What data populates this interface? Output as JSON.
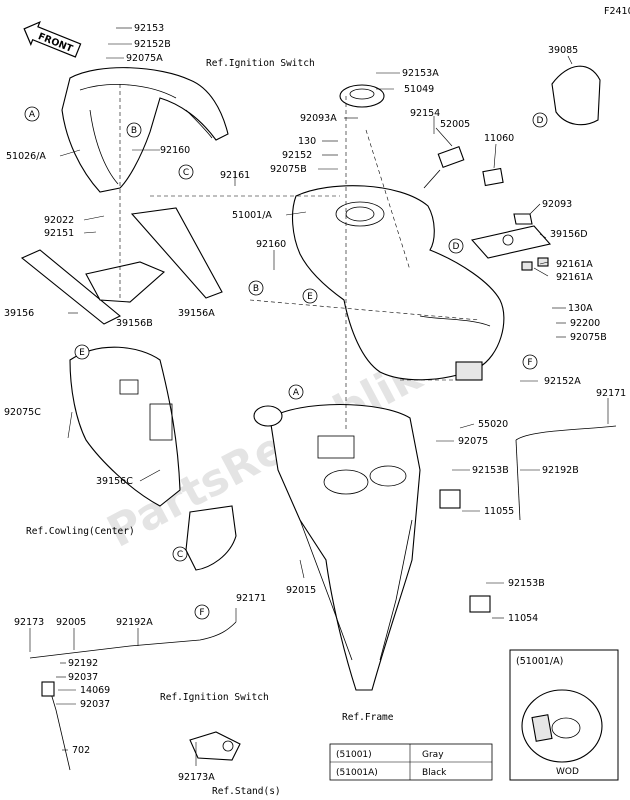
{
  "drawing_code": "F2410",
  "front_arrow_label": "FRONT",
  "watermark": "PartsRepublik",
  "part_numbers": [
    "92153",
    "92152B",
    "92075A",
    "51026/A",
    "92160",
    "92022",
    "92151",
    "39156",
    "39156B",
    "39156A",
    "92161",
    "92075C",
    "39156C",
    "92153A",
    "51049",
    "92093A",
    "130",
    "92152",
    "92075B",
    "51001/A",
    "92160",
    "92154",
    "52005",
    "11060",
    "39085",
    "92093",
    "39156D",
    "92161A",
    "92161A",
    "130A",
    "92200",
    "92075B",
    "92152A",
    "55020",
    "92075",
    "92171",
    "92153B",
    "92192B",
    "11055",
    "92015",
    "92153B",
    "11054",
    "92171",
    "92173",
    "92005",
    "92192A",
    "92192",
    "92037",
    "14069",
    "92037",
    "702",
    "92173A"
  ],
  "references": {
    "ignition_switch_top": "Ref.Ignition Switch",
    "cowling_center": "Ref.Cowling(Center)",
    "ignition_switch_bottom": "Ref.Ignition Switch",
    "frame": "Ref.Frame",
    "stands": "Ref.Stand(s)"
  },
  "callout_letters": [
    "A",
    "B",
    "C",
    "D",
    "E",
    "F",
    "D",
    "B",
    "E",
    "A",
    "F",
    "C"
  ],
  "inset": {
    "title": "(51001/A)",
    "caption": "WOD"
  },
  "color_table": [
    {
      "code": "(51001)",
      "color": "Gray"
    },
    {
      "code": "(51001A)",
      "color": "Black"
    }
  ]
}
